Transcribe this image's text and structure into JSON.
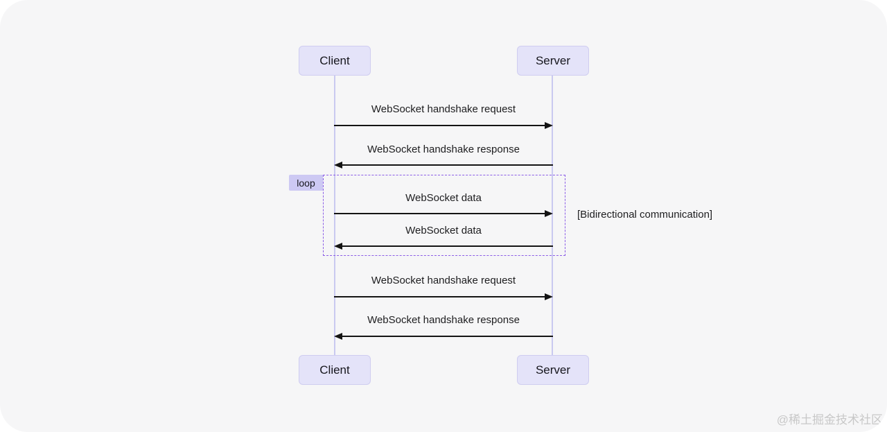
{
  "diagram": {
    "type": "sequence",
    "actors": [
      {
        "name": "Client"
      },
      {
        "name": "Server"
      }
    ],
    "messages": [
      {
        "label": "WebSocket handshake request",
        "from": "Client",
        "to": "Server",
        "direction": "right"
      },
      {
        "label": "WebSocket handshake response",
        "from": "Server",
        "to": "Client",
        "direction": "left"
      },
      {
        "label": "WebSocket data",
        "from": "Client",
        "to": "Server",
        "direction": "right",
        "in_loop": true
      },
      {
        "label": "WebSocket data",
        "from": "Server",
        "to": "Client",
        "direction": "left",
        "in_loop": true
      },
      {
        "label": "WebSocket handshake request",
        "from": "Client",
        "to": "Server",
        "direction": "right"
      },
      {
        "label": "WebSocket handshake response",
        "from": "Server",
        "to": "Client",
        "direction": "left"
      }
    ],
    "loop_block": {
      "label": "loop",
      "annotation": "[Bidirectional communication]"
    }
  },
  "watermark": {
    "text": "@稀土掘金技术社区"
  },
  "colors": {
    "page_bg": "#ffffff",
    "canvas_bg": "#f6f6f7",
    "actor_fill": "#e4e3f9",
    "actor_border": "#cfcdf0",
    "actor_text": "#16161d",
    "lifeline": "#c9c9f0",
    "arrow": "#141414",
    "message_text": "#1d1d1f",
    "loop_border": "#8b5ce6",
    "loop_label_fill": "#cdc9f3",
    "watermark_text": "#c8c8c8"
  }
}
